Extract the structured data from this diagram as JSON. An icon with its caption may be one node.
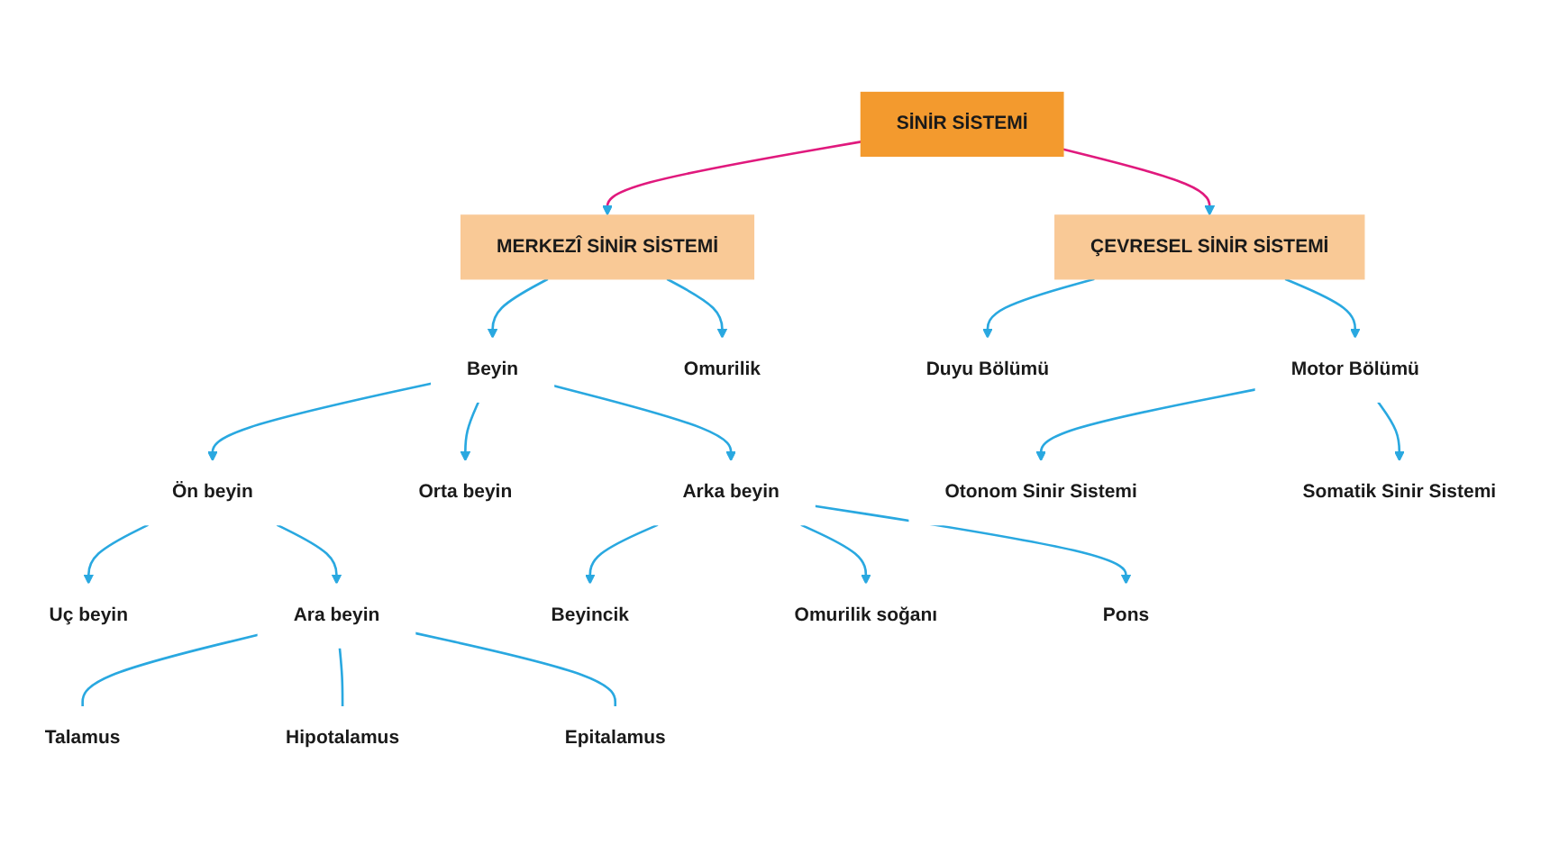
{
  "diagram": {
    "nodes": [
      {
        "text": [
          "SİNİR SİSTEMİ"
        ]
      },
      {
        "text": [
          "MERKEZÎ SİNİR SİSTEMİ"
        ]
      },
      {
        "text": [
          "ÇEVRESEL SİNİR SİSTEMİ"
        ]
      },
      {
        "text": [
          "Beyin"
        ]
      },
      {
        "text": [
          "Omurilik"
        ]
      },
      {
        "text": [
          "Duyu Bölümü"
        ]
      },
      {
        "text": [
          "Motor Bölümü"
        ]
      },
      {
        "text": [
          "Ön beyin"
        ]
      },
      {
        "text": [
          "Orta beyin"
        ]
      },
      {
        "text": [
          "Arka beyin"
        ]
      },
      {
        "text": [
          "Otonom Sinir Sistemi"
        ]
      },
      {
        "text": [
          "Somatik Sinir Sistemi"
        ]
      },
      {
        "text": [
          "Uç beyin"
        ]
      },
      {
        "text": [
          "Ara beyin"
        ]
      },
      {
        "text": [
          "Beyincik"
        ]
      },
      {
        "text": [
          "Omurilik soğanı"
        ]
      },
      {
        "text": [
          "Pons"
        ]
      },
      {
        "text": [
          "Talamus"
        ]
      },
      {
        "text": [
          "Hipotalamus"
        ]
      },
      {
        "text": [
          "Epitalamus"
        ]
      }
    ],
    "edges": [
      {
        "from": 0,
        "to": 1,
        "arrow": "to",
        "color": "#e0197d"
      },
      {
        "from": 0,
        "to": 2,
        "arrow": "to",
        "color": "#e0197d"
      },
      {
        "from": 1,
        "to": 3,
        "arrow": "to"
      },
      {
        "from": 1,
        "to": 4,
        "arrow": "to"
      },
      {
        "from": 2,
        "to": 5,
        "arrow": "to"
      },
      {
        "from": 2,
        "to": 6,
        "arrow": "to"
      },
      {
        "from": 3,
        "to": 7,
        "arrow": "to"
      },
      {
        "from": 3,
        "to": 8,
        "arrow": "to"
      },
      {
        "from": 3,
        "to": 9,
        "arrow": "to"
      },
      {
        "from": 6,
        "to": 10,
        "arrow": "to"
      },
      {
        "from": 6,
        "to": 11,
        "arrow": "to"
      },
      {
        "from": 7,
        "to": 12,
        "arrow": "to"
      },
      {
        "from": 7,
        "to": 13,
        "arrow": "to"
      },
      {
        "from": 9,
        "to": 14,
        "arrow": "to"
      },
      {
        "from": 9,
        "to": 15,
        "arrow": "to"
      },
      {
        "from": 9,
        "to": 16,
        "arrow": "to"
      },
      {
        "from": 13,
        "to": 17,
        "arrow": "none"
      },
      {
        "from": 13,
        "to": 18,
        "arrow": "none"
      },
      {
        "from": 13,
        "to": 19,
        "arrow": "none"
      }
    ]
  }
}
